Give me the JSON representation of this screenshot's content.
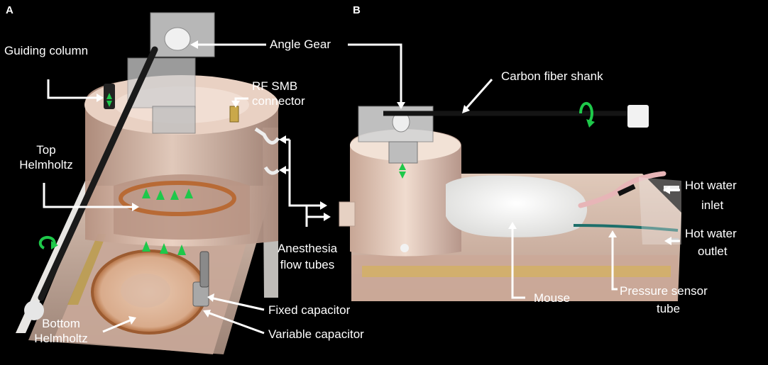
{
  "panels": {
    "a": "A",
    "b": "B"
  },
  "labels": {
    "guiding_column": "Guiding column",
    "angle_gear": "Angle Gear",
    "rf_smb_1": "RF SMB",
    "rf_smb_2": "connector",
    "top_helmholtz_1": "Top",
    "top_helmholtz_2": "Helmholtz",
    "bottom_helmholtz_1": "Bottom",
    "bottom_helmholtz_2": "Helmholtz",
    "fixed_capacitor": "Fixed capacitor",
    "variable_capacitor": "Variable capacitor",
    "anesthesia_1": "Anesthesia",
    "anesthesia_2": "flow tubes",
    "carbon_fiber_shank": "Carbon fiber shank",
    "hot_water_inlet_1": "Hot water",
    "hot_water_inlet_2": "inlet",
    "hot_water_outlet_1": "Hot water",
    "hot_water_outlet_2": "outlet",
    "mouse": "Mouse",
    "pressure_sensor_1": "Pressure sensor",
    "pressure_sensor_2": "tube"
  },
  "colors": {
    "background": "#000000",
    "acrylic": "#e6c9b8",
    "acrylic_dark": "#b89888",
    "copper": "#c07a4a",
    "green_arrow": "#1ec84a",
    "label": "#ffffff",
    "mouse_fur": "#f4f4f2",
    "tube_pink": "#e7b5b7",
    "tube_teal": "#1d6f6a"
  }
}
